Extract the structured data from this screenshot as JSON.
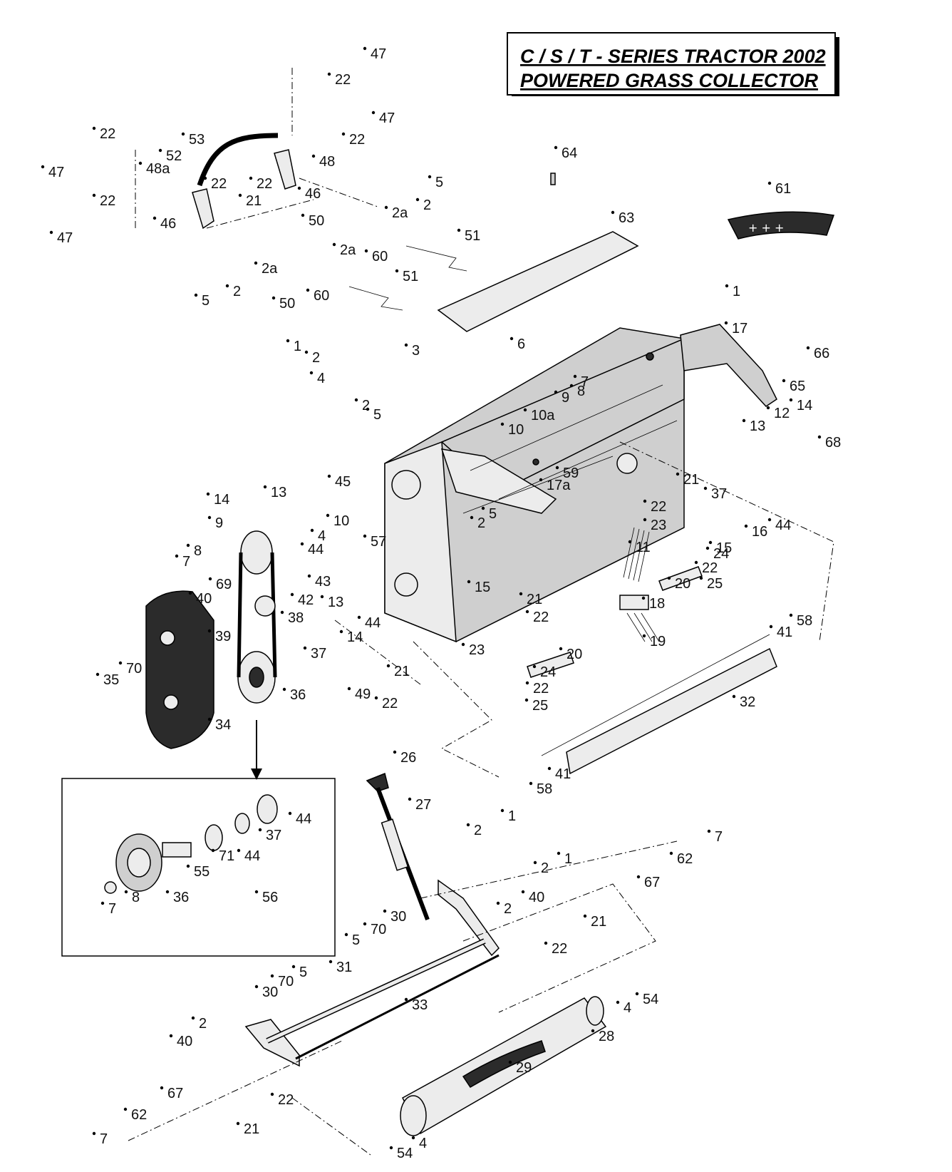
{
  "title": {
    "line1": "C / S / T - SERIES TRACTOR 2002",
    "line2": "POWERED GRASS COLLECTOR"
  },
  "callouts": [
    {
      "id": "c47a",
      "text": "47"
    },
    {
      "id": "c22a",
      "text": "22"
    },
    {
      "id": "c47b",
      "text": "47"
    },
    {
      "id": "c22b",
      "text": "22"
    },
    {
      "id": "c53",
      "text": "53"
    },
    {
      "id": "c48",
      "text": "48"
    },
    {
      "id": "c22c",
      "text": "22"
    },
    {
      "id": "c47c",
      "text": "47"
    },
    {
      "id": "c52",
      "text": "52"
    },
    {
      "id": "c48a",
      "text": "48a"
    },
    {
      "id": "c22d",
      "text": "22"
    },
    {
      "id": "c22e",
      "text": "22"
    },
    {
      "id": "c21a",
      "text": "21"
    },
    {
      "id": "c46a",
      "text": "46"
    },
    {
      "id": "c22f",
      "text": "22"
    },
    {
      "id": "c46b",
      "text": "46"
    },
    {
      "id": "c47d",
      "text": "47"
    },
    {
      "id": "c5a",
      "text": "5"
    },
    {
      "id": "c2a",
      "text": "2"
    },
    {
      "id": "c2aa",
      "text": "2a"
    },
    {
      "id": "c50a",
      "text": "50"
    },
    {
      "id": "c2ab",
      "text": "2a"
    },
    {
      "id": "c2ac",
      "text": "2a"
    },
    {
      "id": "c60a",
      "text": "60"
    },
    {
      "id": "c51a",
      "text": "51"
    },
    {
      "id": "c5b",
      "text": "5"
    },
    {
      "id": "c2b",
      "text": "2"
    },
    {
      "id": "c50b",
      "text": "50"
    },
    {
      "id": "c60b",
      "text": "60"
    },
    {
      "id": "c51b",
      "text": "51"
    },
    {
      "id": "c64",
      "text": "64"
    },
    {
      "id": "c63",
      "text": "63"
    },
    {
      "id": "c61",
      "text": "61"
    },
    {
      "id": "c1a",
      "text": "1"
    },
    {
      "id": "c17",
      "text": "17"
    },
    {
      "id": "c66",
      "text": "66"
    },
    {
      "id": "c65",
      "text": "65"
    },
    {
      "id": "c6",
      "text": "6"
    },
    {
      "id": "c7a",
      "text": "7"
    },
    {
      "id": "c8a",
      "text": "8"
    },
    {
      "id": "c9a",
      "text": "9"
    },
    {
      "id": "c10a",
      "text": "10a"
    },
    {
      "id": "c10b",
      "text": "10"
    },
    {
      "id": "c1b",
      "text": "1"
    },
    {
      "id": "c2c",
      "text": "2"
    },
    {
      "id": "c3",
      "text": "3"
    },
    {
      "id": "c4a",
      "text": "4"
    },
    {
      "id": "c2d",
      "text": "2"
    },
    {
      "id": "c5c",
      "text": "5"
    },
    {
      "id": "c12",
      "text": "12"
    },
    {
      "id": "c14a",
      "text": "14"
    },
    {
      "id": "c13a",
      "text": "13"
    },
    {
      "id": "c68",
      "text": "68"
    },
    {
      "id": "c59",
      "text": "59"
    },
    {
      "id": "c17a",
      "text": "17a"
    },
    {
      "id": "c21b",
      "text": "21"
    },
    {
      "id": "c37a",
      "text": "37"
    },
    {
      "id": "c22g",
      "text": "22"
    },
    {
      "id": "c44a",
      "text": "44"
    },
    {
      "id": "c23a",
      "text": "23"
    },
    {
      "id": "c16",
      "text": "16"
    },
    {
      "id": "c15a",
      "text": "15"
    },
    {
      "id": "c24a",
      "text": "24"
    },
    {
      "id": "c22h",
      "text": "22"
    },
    {
      "id": "c25a",
      "text": "25"
    },
    {
      "id": "c45",
      "text": "45"
    },
    {
      "id": "c13b",
      "text": "13"
    },
    {
      "id": "c14b",
      "text": "14"
    },
    {
      "id": "c10c",
      "text": "10"
    },
    {
      "id": "c2e",
      "text": "2"
    },
    {
      "id": "c5d",
      "text": "5"
    },
    {
      "id": "c9b",
      "text": "9"
    },
    {
      "id": "c4b",
      "text": "4"
    },
    {
      "id": "c44b",
      "text": "44"
    },
    {
      "id": "c57",
      "text": "57"
    },
    {
      "id": "c11",
      "text": "11"
    },
    {
      "id": "c8b",
      "text": "8"
    },
    {
      "id": "c7b",
      "text": "7"
    },
    {
      "id": "c43",
      "text": "43"
    },
    {
      "id": "c40a",
      "text": "40"
    },
    {
      "id": "c69",
      "text": "69"
    },
    {
      "id": "c42",
      "text": "42"
    },
    {
      "id": "c13c",
      "text": "13"
    },
    {
      "id": "c38",
      "text": "38"
    },
    {
      "id": "c44c",
      "text": "44"
    },
    {
      "id": "c15b",
      "text": "15"
    },
    {
      "id": "c21c",
      "text": "21"
    },
    {
      "id": "c22i",
      "text": "22"
    },
    {
      "id": "c18",
      "text": "18"
    },
    {
      "id": "c20a",
      "text": "20"
    },
    {
      "id": "c58a",
      "text": "58"
    },
    {
      "id": "c41a",
      "text": "41"
    },
    {
      "id": "c39",
      "text": "39"
    },
    {
      "id": "c14c",
      "text": "14"
    },
    {
      "id": "c37b",
      "text": "37"
    },
    {
      "id": "c23b",
      "text": "23"
    },
    {
      "id": "c20b",
      "text": "20"
    },
    {
      "id": "c19",
      "text": "19"
    },
    {
      "id": "c35",
      "text": "35"
    },
    {
      "id": "c70a",
      "text": "70"
    },
    {
      "id": "c21d",
      "text": "21"
    },
    {
      "id": "c24b",
      "text": "24"
    },
    {
      "id": "c36a",
      "text": "36"
    },
    {
      "id": "c22j",
      "text": "22"
    },
    {
      "id": "c49",
      "text": "49"
    },
    {
      "id": "c22k",
      "text": "22"
    },
    {
      "id": "c25b",
      "text": "25"
    },
    {
      "id": "c32",
      "text": "32"
    },
    {
      "id": "c34",
      "text": "34"
    },
    {
      "id": "c26",
      "text": "26"
    },
    {
      "id": "c41b",
      "text": "41"
    },
    {
      "id": "c58b",
      "text": "58"
    },
    {
      "id": "c44d",
      "text": "44"
    },
    {
      "id": "c27",
      "text": "27"
    },
    {
      "id": "c37c",
      "text": "37"
    },
    {
      "id": "c71",
      "text": "71"
    },
    {
      "id": "c44e",
      "text": "44"
    },
    {
      "id": "c55",
      "text": "55"
    },
    {
      "id": "c8c",
      "text": "8"
    },
    {
      "id": "c36b",
      "text": "36"
    },
    {
      "id": "c56",
      "text": "56"
    },
    {
      "id": "c7c",
      "text": "7"
    },
    {
      "id": "c1c",
      "text": "1"
    },
    {
      "id": "c2f",
      "text": "2"
    },
    {
      "id": "c1d",
      "text": "1"
    },
    {
      "id": "c2g",
      "text": "2"
    },
    {
      "id": "c7d",
      "text": "7"
    },
    {
      "id": "c62a",
      "text": "62"
    },
    {
      "id": "c67a",
      "text": "67"
    },
    {
      "id": "c40b",
      "text": "40"
    },
    {
      "id": "c2h",
      "text": "2"
    },
    {
      "id": "c21e",
      "text": "21"
    },
    {
      "id": "c30a",
      "text": "30"
    },
    {
      "id": "c70b",
      "text": "70"
    },
    {
      "id": "c5e",
      "text": "5"
    },
    {
      "id": "c22l",
      "text": "22"
    },
    {
      "id": "c31",
      "text": "31"
    },
    {
      "id": "c5f",
      "text": "5"
    },
    {
      "id": "c70c",
      "text": "70"
    },
    {
      "id": "c30b",
      "text": "30"
    },
    {
      "id": "c33",
      "text": "33"
    },
    {
      "id": "c4c",
      "text": "4"
    },
    {
      "id": "c54a",
      "text": "54"
    },
    {
      "id": "c2i",
      "text": "2"
    },
    {
      "id": "c40c",
      "text": "40"
    },
    {
      "id": "c28",
      "text": "28"
    },
    {
      "id": "c29",
      "text": "29"
    },
    {
      "id": "c67b",
      "text": "67"
    },
    {
      "id": "c22m",
      "text": "22"
    },
    {
      "id": "c62b",
      "text": "62"
    },
    {
      "id": "c21f",
      "text": "21"
    },
    {
      "id": "c7e",
      "text": "7"
    },
    {
      "id": "c54b",
      "text": "54"
    },
    {
      "id": "c4d",
      "text": "4"
    }
  ]
}
